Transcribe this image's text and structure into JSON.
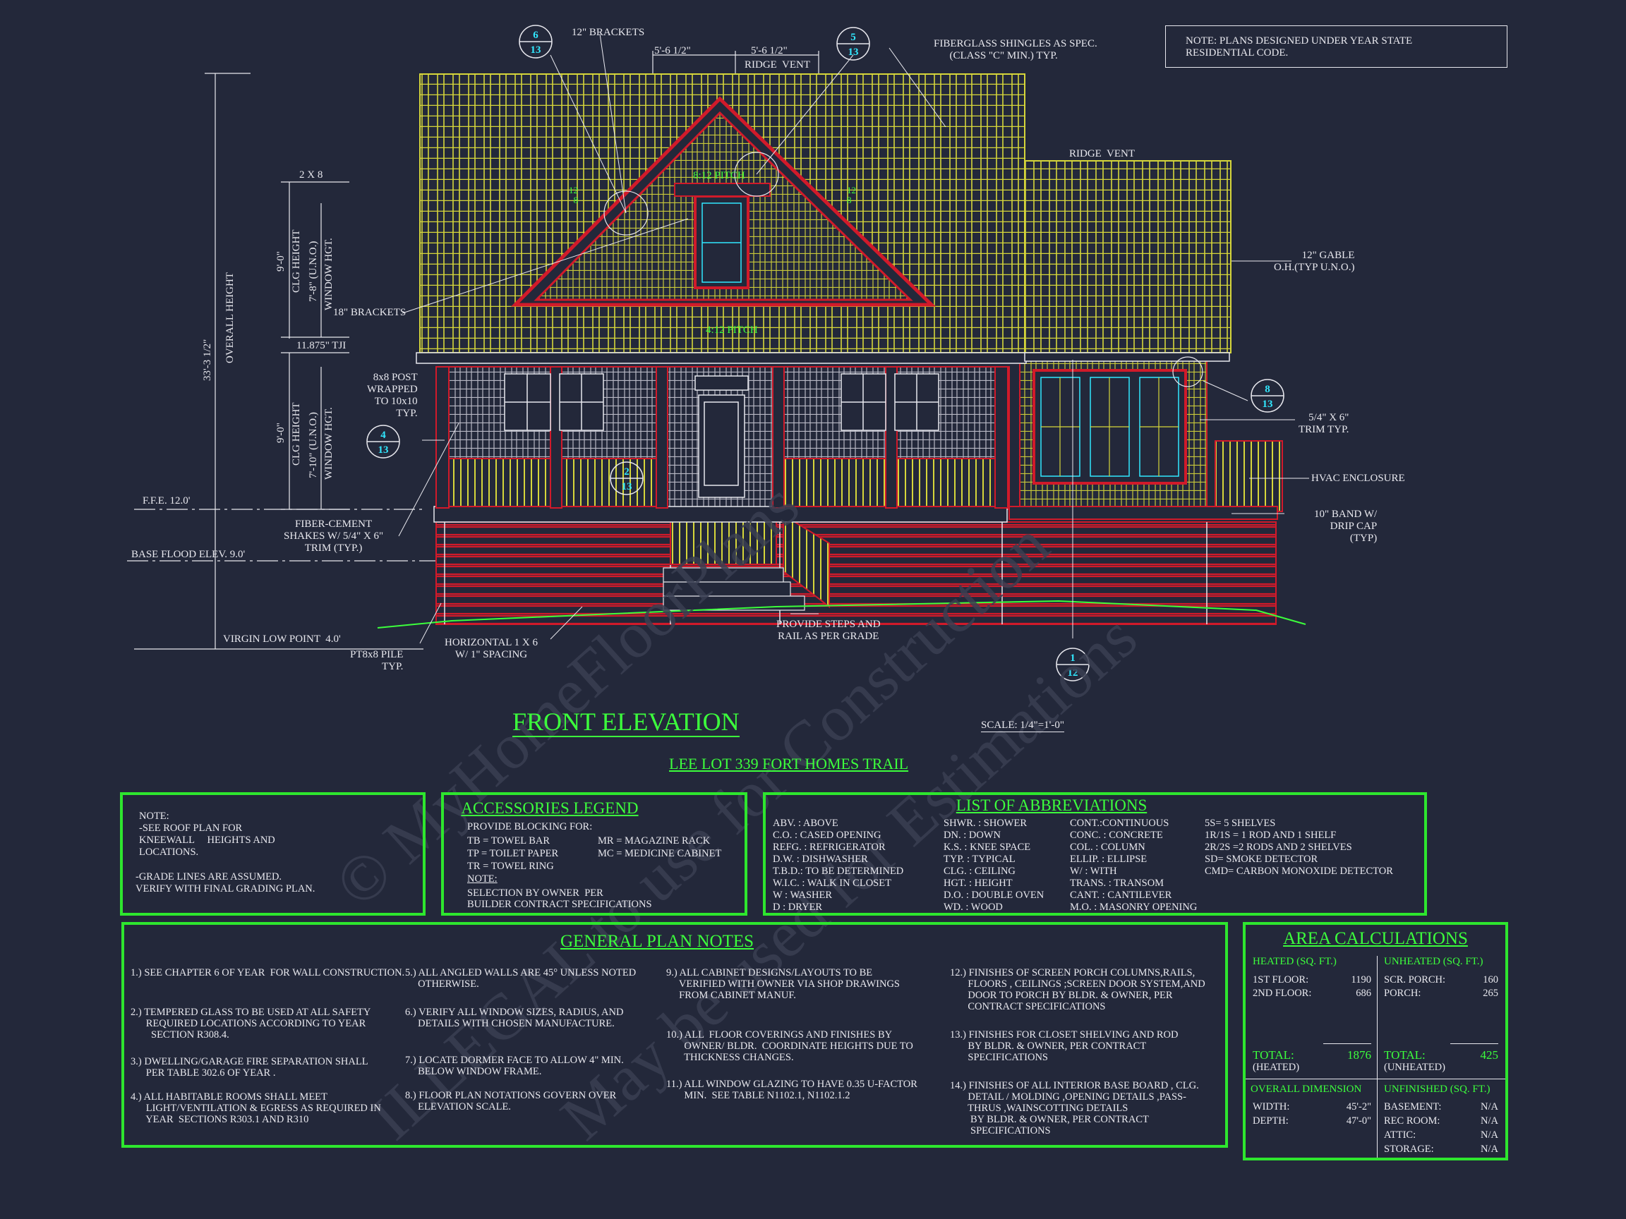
{
  "title_block": {
    "elevation_title": "FRONT ELEVATION",
    "scale": "SCALE: 1/4\"=1'-0\"",
    "project_name": "LEE LOT 339 FORT HOMES TRAIL",
    "code_note": "NOTE: PLANS DESIGNED UNDER YEAR STATE\nRESIDENTIAL CODE."
  },
  "watermark": {
    "line1": "© MyHomeFloorPlans",
    "line2": "ILLEGAL to use for Construction",
    "line3": "May be used for Estimations"
  },
  "annotations": {
    "brackets_12": "12\" BRACKETS",
    "dim_left": "5'-6 1/2\"",
    "dim_right": "5'-6 1/2\"",
    "ridge_vent_top": "RIDGE  VENT",
    "shingles": "FIBERGLASS SHINGLES AS SPEC.\n      (CLASS \"C\" MIN.) TYP.",
    "ridge_vent_right": "RIDGE  VENT",
    "pitch_812": "8:12 PITCH",
    "pitch_412": "4:12 PITCH",
    "pitch_small_left": "12\n  8",
    "pitch_small_right": "12\n8",
    "gable_oh": "12\" GABLE\nO.H.(TYP U.N.O.)",
    "brackets_18": "18\" BRACKETS",
    "two_x_eight": "2 X 8",
    "tji": "11.875\" TJI",
    "post": "8x8 POST\nWRAPPED\nTO 10x10\nTYP.",
    "trim": "5/4\" X 6\"\nTRIM TYP.",
    "hvac": "HVAC ENCLOSURE",
    "band": "10\" BAND W/\nDRIP CAP\n(TYP)",
    "ffe": "F.F.E. 12.0'",
    "fiber_cement": "FIBER-CEMENT\nSHAKES W/ 5/4\" X 6\"\nTRIM (TYP.)",
    "base_flood": "BASE FLOOD ELEV. 9.0'",
    "virgin_low": "VIRGIN LOW POINT  4.0'",
    "pile": "PT8x8 PILE\nTYP.",
    "horizontal": "HORIZONTAL 1 X 6\nW/ 1\" SPACING",
    "steps": "PROVIDE STEPS AND\nRAIL AS PER GRADE",
    "overall_height": "OVERALL HEIGHT",
    "overall_dim": "33'-3 1/2\"",
    "clg_height_upper": "CLG HEIGHT",
    "clg_dim_upper": "9'-0\"",
    "win_hgt_upper": "WINDOW HGT.",
    "win_dim_upper": "7'-8\" (U.N.O.)",
    "clg_height_lower": "CLG HEIGHT",
    "clg_dim_lower": "9'-0\"",
    "win_hgt_lower": "WINDOW HGT.",
    "win_dim_lower": "7'-10\" (U.N.O.)"
  },
  "bubbles": [
    {
      "num": "6",
      "sheet": "13"
    },
    {
      "num": "5",
      "sheet": "13"
    },
    {
      "num": "8",
      "sheet": "13"
    },
    {
      "num": "4",
      "sheet": "13"
    },
    {
      "num": "2",
      "sheet": "13"
    },
    {
      "num": "1",
      "sheet": "12"
    }
  ],
  "note_box": {
    "lines": [
      "NOTE:",
      "-SEE ROOF PLAN FOR",
      "KNEEWALL     HEIGHTS AND",
      "LOCATIONS.",
      "",
      "-GRADE LINES ARE ASSUMED.",
      "VERIFY WITH FINAL GRADING PLAN."
    ]
  },
  "accessories": {
    "title": "ACCESSORIES LEGEND",
    "intro": "PROVIDE BLOCKING FOR:",
    "left": [
      "TB = TOWEL BAR",
      "TP = TOILET PAPER",
      "TR = TOWEL RING"
    ],
    "right": [
      "MR = MAGAZINE RACK",
      "MC = MEDICINE CABINET"
    ],
    "note_label": "NOTE:",
    "note": [
      "SELECTION BY OWNER  PER",
      "BUILDER CONTRACT SPECIFICATIONS"
    ]
  },
  "abbreviations": {
    "title": "LIST OF ABBREVIATIONS",
    "col1": [
      "ABV. : ABOVE",
      "C.O. : CASED OPENING",
      "REFG. : REFRIGERATOR",
      "D.W. : DISHWASHER",
      "T.B.D.: TO BE DETERMINED",
      "W.I.C. : WALK IN CLOSET",
      "W : WASHER",
      "D : DRYER"
    ],
    "col2": [
      "SHWR. : SHOWER",
      "DN. : DOWN",
      "K.S. : KNEE SPACE",
      "TYP. : TYPICAL",
      "CLG. : CEILING",
      "HGT. : HEIGHT",
      "D.O. : DOUBLE OVEN",
      "WD. : WOOD"
    ],
    "col3": [
      "CONT.:CONTINUOUS",
      "CONC. : CONCRETE",
      "COL. : COLUMN",
      "ELLIP. : ELLIPSE",
      "W/ : WITH",
      "TRANS. : TRANSOM",
      "CANT. : CANTILEVER",
      "M.O. : MASONRY OPENING"
    ],
    "col4": [
      "5S= 5 SHELVES",
      "1R/1S = 1 ROD AND 1 SHELF",
      "2R/2S =2 RODS AND 2 SHELVES",
      "SD= SMOKE DETECTOR",
      "CMD= CARBON MONOXIDE DETECTOR"
    ]
  },
  "general_notes": {
    "title": "GENERAL PLAN NOTES",
    "col1": [
      [
        "1.) SEE CHAPTER 6 OF YEAR  FOR WALL CONSTRUCTION."
      ],
      [
        "2.) TEMPERED GLASS TO BE USED AT ALL SAFETY",
        "      REQUIRED LOCATIONS ACCORDING TO YEAR",
        "        SECTION R308.4."
      ],
      [
        "3.) DWELLING/GARAGE FIRE SEPARATION SHALL",
        "      PER TABLE 302.6 OF YEAR ."
      ],
      [
        "4.) ALL HABITABLE ROOMS SHALL MEET",
        "      LIGHT/VENTILATION & EGRESS AS REQUIRED IN",
        "      YEAR  SECTIONS R303.1 AND R310"
      ]
    ],
    "col2": [
      [
        "5.) ALL ANGLED WALLS ARE 45° UNLESS NOTED",
        "     OTHERWISE."
      ],
      [
        "6.) VERIFY ALL WINDOW SIZES, RADIUS, AND",
        "     DETAILS WITH CHOSEN MANUFACTURE."
      ],
      [
        "7.) LOCATE DORMER FACE TO ALLOW 4\" MIN.",
        "     BELOW WINDOW FRAME."
      ],
      [
        "8.) FLOOR PLAN NOTATIONS GOVERN OVER",
        "     ELEVATION SCALE."
      ]
    ],
    "col3": [
      [
        "9.) ALL CABINET DESIGNS/LAYOUTS TO BE",
        "     VERIFIED WITH OWNER VIA SHOP DRAWINGS",
        "     FROM CABINET MANUF."
      ],
      [
        "10.) ALL  FLOOR COVERINGS AND FINISHES BY",
        "       OWNER/ BLDR.  COORDINATE HEIGHTS DUE TO",
        "       THICKNESS CHANGES."
      ],
      [
        "11.) ALL WINDOW GLAZING TO HAVE 0.35 U-FACTOR",
        "       MIN.  SEE TABLE N1102.1, N1102.1.2"
      ]
    ],
    "col4": [
      [
        "12.) FINISHES OF SCREEN PORCH COLUMNS,RAILS,",
        "       FLOORS , CEILINGS ;SCREEN DOOR SYSTEM,AND",
        "       DOOR TO PORCH BY BLDR. & OWNER, PER",
        "       CONTRACT SPECIFICATIONS"
      ],
      [
        "13.) FINISHES FOR CLOSET SHELVING AND ROD",
        "       BY BLDR. & OWNER, PER CONTRACT",
        "       SPECIFICATIONS"
      ],
      [
        "14.) FINISHES OF ALL INTERIOR BASE BOARD , CLG.",
        "       DETAIL / MOLDING ,OPENING DETAILS ,PASS-",
        "       THRUS ,WAINSCOTTING DETAILS",
        "        BY BLDR. & OWNER, PER CONTRACT",
        "        SPECIFICATIONS"
      ]
    ]
  },
  "area": {
    "title": "AREA CALCULATIONS",
    "heated_title": "HEATED (SQ. FT.)",
    "heated": [
      {
        "label": "1ST FLOOR:",
        "value": "1190"
      },
      {
        "label": "2ND FLOOR:",
        "value": "686"
      }
    ],
    "heated_total_label": "TOTAL:",
    "heated_total": "1876",
    "heated_sub": "(HEATED)",
    "unheated_title": "UNHEATED (SQ. FT.)",
    "unheated": [
      {
        "label": "SCR. PORCH:",
        "value": "160"
      },
      {
        "label": "PORCH:",
        "value": "265"
      }
    ],
    "unheated_total_label": "TOTAL:",
    "unheated_total": "425",
    "unheated_sub": "(UNHEATED)",
    "overall_title": "OVERALL DIMENSION",
    "overall": [
      {
        "label": "WIDTH:",
        "value": "45'-2\""
      },
      {
        "label": "DEPTH:",
        "value": "47'-0\""
      }
    ],
    "unfinished_title": "UNFINISHED (SQ. FT.)",
    "unfinished": [
      {
        "label": "BASEMENT:",
        "value": "N/A"
      },
      {
        "label": "REC ROOM:",
        "value": "N/A"
      },
      {
        "label": "ATTIC:",
        "value": "N/A"
      },
      {
        "label": "STORAGE:",
        "value": "N/A"
      }
    ]
  },
  "colors": {
    "background": "#23283a",
    "shingle": "#d6d63a",
    "framing": "#d11a2a",
    "title_green": "#3cff3c",
    "bubble": "#31e8ff"
  }
}
